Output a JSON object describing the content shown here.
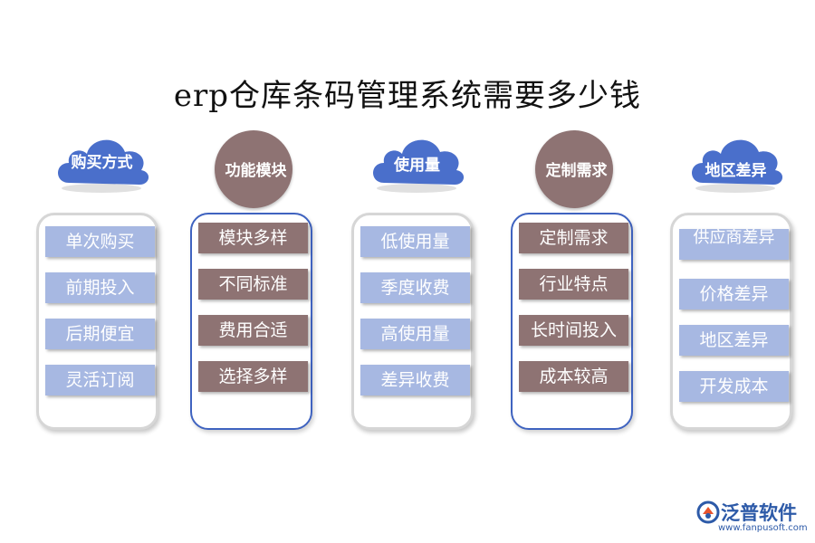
{
  "title": "erp仓库条码管理系统需要多少钱",
  "columns": [
    {
      "header": "购买方式",
      "items": [
        "单次购买",
        "前期投入",
        "后期便宜",
        "灵活订阅"
      ]
    },
    {
      "header": "功能模块",
      "items": [
        "模块多样",
        "不同标准",
        "费用合适",
        "选择多样"
      ]
    },
    {
      "header": "使用量",
      "items": [
        "低使用量",
        "季度收费",
        "高使用量",
        "差异收费"
      ]
    },
    {
      "header": "定制需求",
      "items": [
        "定制需求",
        "行业特点",
        "长时间投入",
        "成本较高"
      ]
    },
    {
      "header": "地区差异",
      "items": [
        "供应商差异",
        "价格差异",
        "地区差异",
        "开发成本"
      ]
    }
  ],
  "logo": {
    "name": "泛普软件",
    "url": "www.fanpusoft.com"
  },
  "colors": {
    "cloud": "#4a6fcb",
    "circle": "#8e7373",
    "blue_item": "#a7b8e2",
    "brown_item": "#8e7373",
    "panel_blue_border": "#3f63c0"
  }
}
